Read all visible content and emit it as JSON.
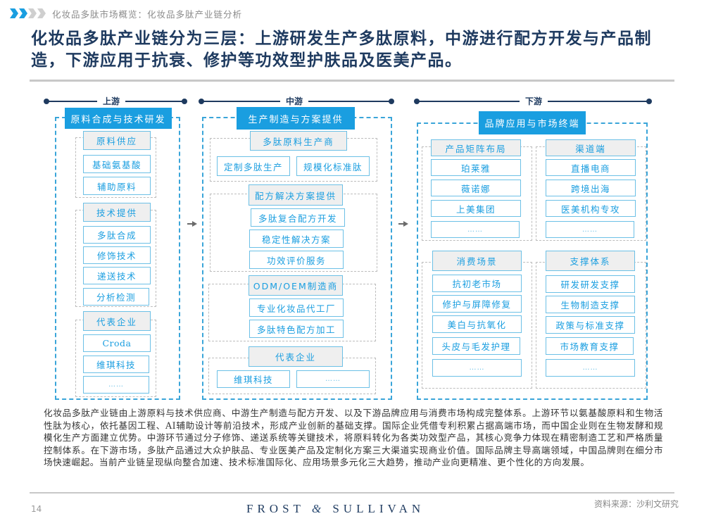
{
  "breadcrumb": {
    "icon": "chevron-arrows-icon",
    "text": "化妆品多肽市场概览：化妆品多肽产业链分析"
  },
  "headline": "化妆品多肽产业链分为三层：上游研发生产多肽原料，中游进行配方开发与产品制造，下游应用于抗衰、修护等功效型护肤品及医美产品。",
  "colors": {
    "accent_blue": "#1a9ee0",
    "navy": "#1e3a5f",
    "header_gray": "#efefef",
    "dash_gray": "#bdbdbd"
  },
  "upstream": {
    "stage": "上游",
    "header": "原料合成与技术研发",
    "groups": [
      {
        "title": "原料供应",
        "items": [
          "基础氨基酸",
          "辅助原料"
        ]
      },
      {
        "title": "技术提供",
        "items": [
          "多肽合成",
          "修饰技术",
          "递送技术",
          "分析检测"
        ]
      },
      {
        "title": "代表企业",
        "items": [
          "Croda",
          "维琪科技",
          "……"
        ]
      }
    ]
  },
  "midstream": {
    "stage": "中游",
    "header": "生产制造与方案提供",
    "groups": [
      {
        "title": "多肽原料生产商",
        "items": [
          "定制多肽生产",
          "规模化标准肽"
        ]
      },
      {
        "title": "配方解决方案提供",
        "items": [
          "多肽复合配方开发",
          "稳定性解决方案",
          "功效评价服务"
        ]
      },
      {
        "title": "ODM/OEM制造商",
        "items": [
          "专业化妆品代工厂",
          "多肽特色配方加工"
        ]
      },
      {
        "title": "代表企业",
        "items": [
          "维琪科技",
          "……"
        ]
      }
    ]
  },
  "downstream": {
    "stage": "下游",
    "header": "品牌应用与市场终端",
    "groups": [
      {
        "title": "产品矩阵布局",
        "items": [
          "珀莱雅",
          "薇诺娜",
          "上美集团",
          "……"
        ]
      },
      {
        "title": "渠道端",
        "items": [
          "直播电商",
          "跨境出海",
          "医美机构专攻",
          "……"
        ]
      },
      {
        "title": "消费场景",
        "items": [
          "抗初老市场",
          "修护与屏障修复",
          "美白与抗氧化",
          "头皮与毛发护理",
          "……"
        ]
      },
      {
        "title": "支撑体系",
        "items": [
          "研发研发支撑",
          "生物制造支撑",
          "政策与标准支撑",
          "市场教育支撑",
          "……"
        ]
      }
    ]
  },
  "summary": "化妆品多肽产业链由上游原料与技术供应商、中游生产制造与配方开发、以及下游品牌应用与消费市场构成完整体系。上游环节以氨基酸原料和生物活性肽为核心，依托基因工程、AI辅助设计等前沿技术，形成产业创新的基础支撑。国际企业凭借专利积累占据高端市场，而中国企业则在生物发酵和规模化生产方面建立优势。中游环节通过分子修饰、递送系统等关键技术，将原料转化为各类功效型产品，其核心竞争力体现在精密制造工艺和严格质量控制体系。在下游市场，多肽产品通过大众护肤品、专业医美产品及定制化方案三大渠道实现商业价值。国际品牌主导高端领域，中国品牌则在细分市场快速崛起。当前产业链呈现纵向整合加速、技术标准国际化、应用场景多元化三大趋势，推动产业向更精准、更个性化的方向发展。",
  "footer": {
    "page_number": "14",
    "logo_left": "FROST",
    "logo_amp": "&",
    "logo_right": "SULLIVAN",
    "source": "资料来源：沙利文研究"
  }
}
